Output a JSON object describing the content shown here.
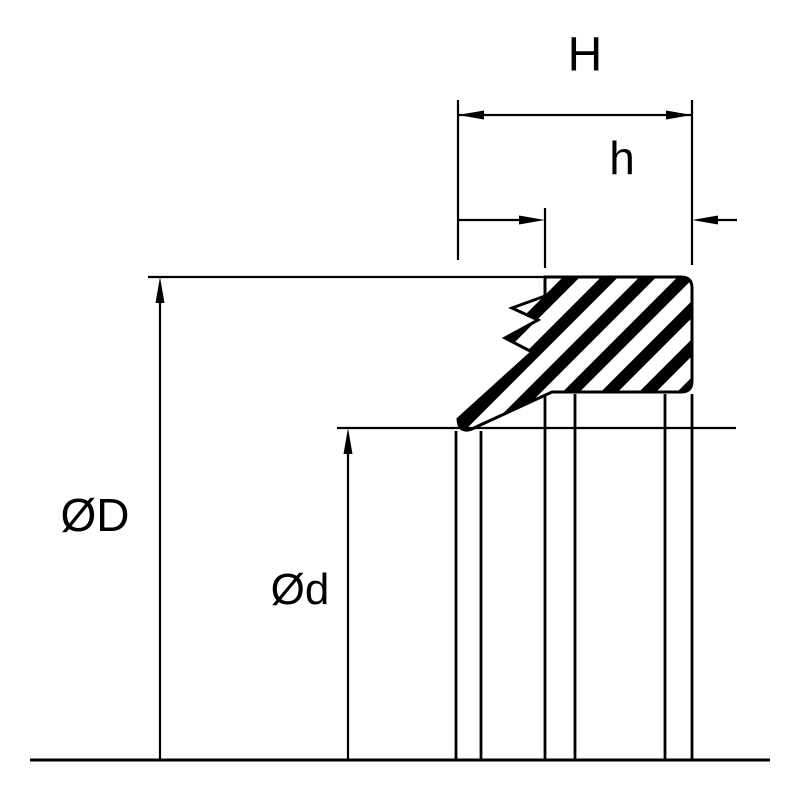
{
  "drawing": {
    "kind": "seal-cross-section-technical-drawing",
    "labels": {
      "width_total": "H",
      "width_inner": "h",
      "outer_diameter": "ØD",
      "inner_diameter": "Ød"
    },
    "colors": {
      "ink": "#000000",
      "background": "#ffffff"
    }
  }
}
